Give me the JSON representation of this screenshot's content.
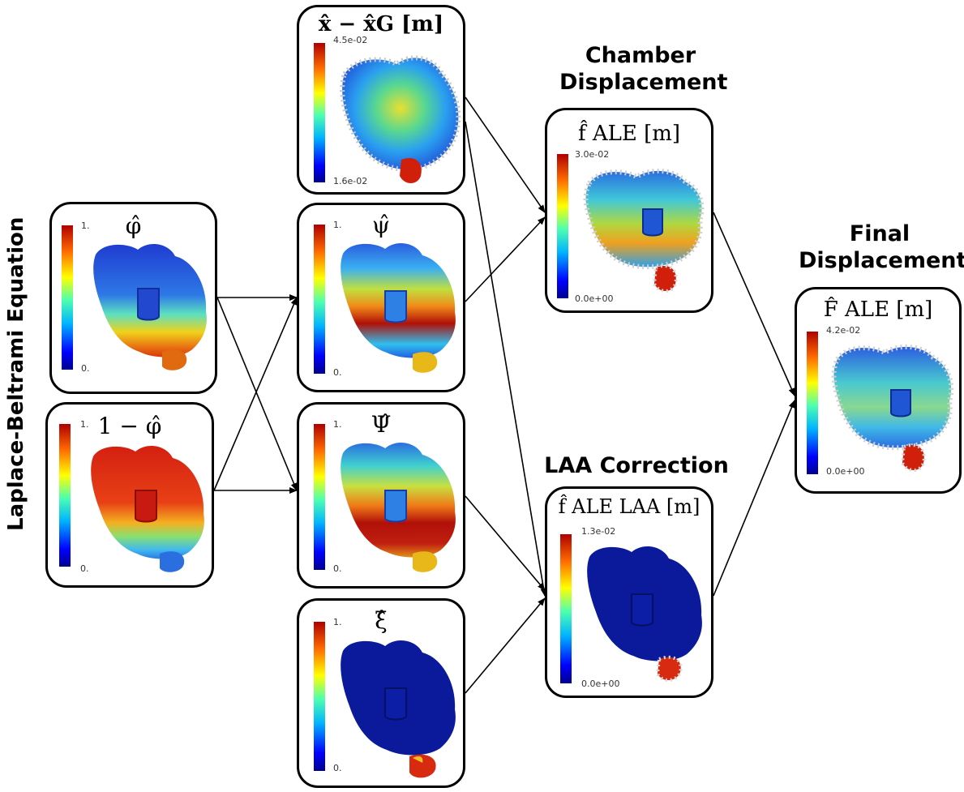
{
  "side_label": "Laplace-Beltrami Equation",
  "headings": {
    "chamber": [
      "Chamber",
      "Displacement"
    ],
    "laa": "LAA Correction",
    "final": [
      "Final",
      "Displacement"
    ]
  },
  "panels": {
    "phi": {
      "title": "φ̂",
      "cb_max": "1.",
      "cb_min": "0."
    },
    "one_minus": {
      "title": "1 − φ̂",
      "cb_max": "1.",
      "cb_min": "0."
    },
    "x_minus": {
      "title": "x̂ − x̂G [m]",
      "cb_max": "4.5e-02",
      "cb_min": "1.6e-02"
    },
    "psi": {
      "title": "ψ̂",
      "cb_max": "1.",
      "cb_min": "0."
    },
    "Psi": {
      "title": "Ψ̂",
      "cb_max": "1.",
      "cb_min": "0."
    },
    "xi": {
      "title": "ξ̂",
      "cb_max": "1.",
      "cb_min": "0."
    },
    "chamber": {
      "title": "f̂ ALE [m]",
      "cb_max": "3.0e-02",
      "cb_min": "0.0e+00"
    },
    "laa": {
      "title": "f̂ ALE LAA [m]",
      "cb_max": "1.3e-02",
      "cb_min": "0.0e+00"
    },
    "final": {
      "title": "F̂ ALE [m]",
      "cb_max": "4.2e-02",
      "cb_min": "0.0e+00"
    }
  },
  "colors": {
    "arrow": "#000000",
    "border": "#000000"
  },
  "icons": [
    "colorbar",
    "left-atrium-mesh",
    "displacement-glyphs"
  ]
}
